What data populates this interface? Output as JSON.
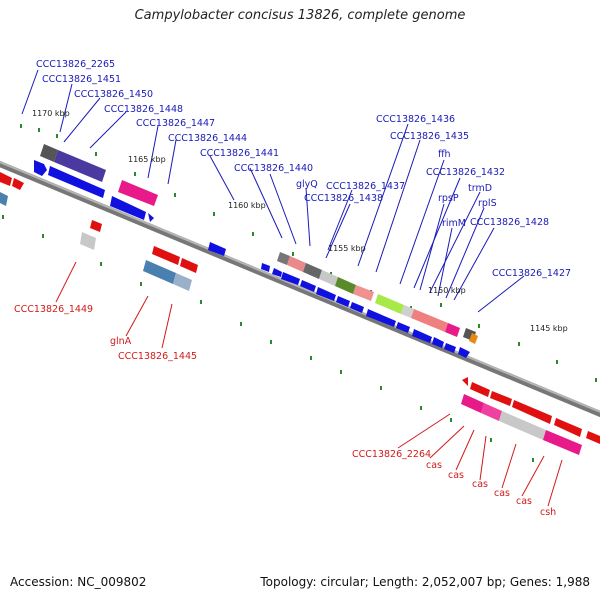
{
  "title": "Campylobacter concisus 13826, complete genome",
  "footer": {
    "accession": "Accession: NC_009802",
    "summary": "Topology: circular; Length: 2,052,007 bp; Genes: 1,988"
  },
  "colors": {
    "backbone": "#8a8a8a",
    "forward_arrow": "#1010e0",
    "reverse_arrow": "#e01010",
    "label_forward": "#1a1ab8",
    "label_reverse": "#d11a1a",
    "tick": "#2a8a2a"
  },
  "scale_labels": [
    "1170 kbp",
    "1165 kbp",
    "1160 kbp",
    "1155 kbp",
    "1150 kbp",
    "1145 kbp"
  ],
  "forward_labels": [
    "CCC13826_2265",
    "CCC13826_1451",
    "CCC13826_1450",
    "CCC13826_1448",
    "CCC13826_1447",
    "CCC13826_1444",
    "CCC13826_1441",
    "CCC13826_1440",
    "glyQ",
    "CCC13826_1437",
    "CCC13826_1438",
    "CCC13826_1436",
    "CCC13826_1435",
    "ffh",
    "CCC13826_1432",
    "rpsP",
    "trmD",
    "rimM",
    "rplS",
    "CCC13826_1428",
    "CCC13826_1427"
  ],
  "reverse_labels": [
    "CCC13826_1449",
    "glnA",
    "CCC13826_1445",
    "CCC13826_2264",
    "cas",
    "cas",
    "cas",
    "cas",
    "cas",
    "csh"
  ]
}
